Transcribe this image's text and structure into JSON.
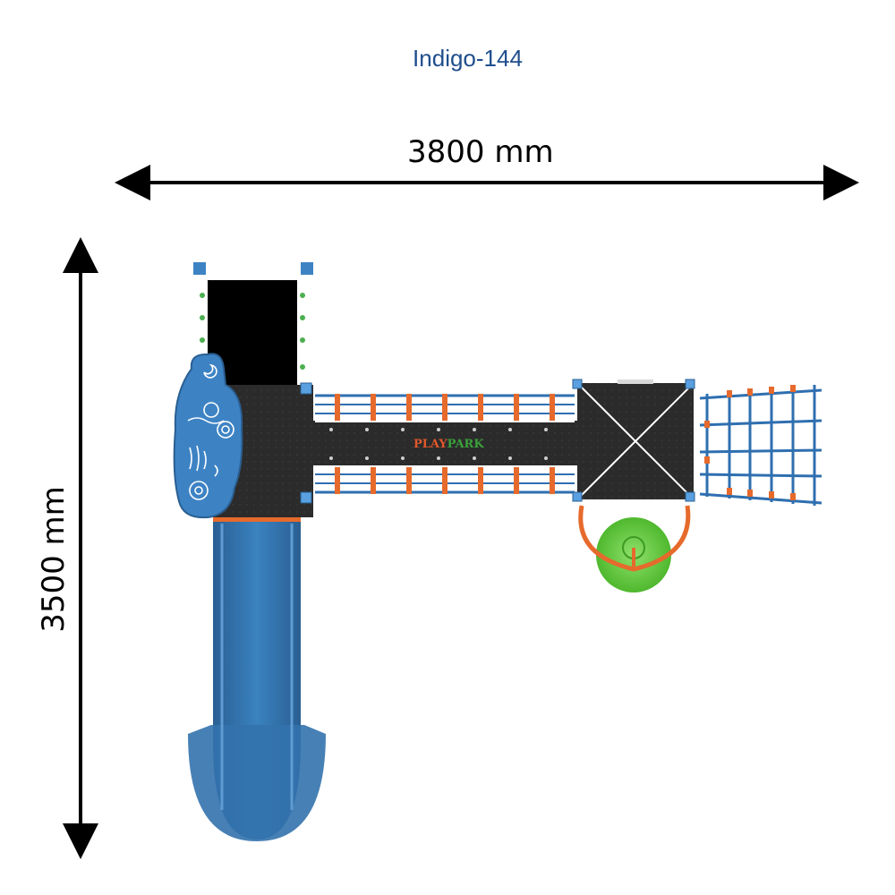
{
  "title": "Indigo-144",
  "dimensions": {
    "width_label": "3800 mm",
    "height_label": "3500 mm"
  },
  "brand": {
    "part1": "PLAY",
    "part2": "PARK",
    "color1": "#e2572b",
    "color2": "#3aa13a"
  },
  "colors": {
    "slide": "#2f6fa8",
    "deck": "#2b2b2b",
    "rope_blue": "#2f6fb0",
    "rope_orange": "#e66a2c",
    "spinner": "#62c83e",
    "panel": "#3d83c4",
    "post": "#5aa0e0"
  }
}
